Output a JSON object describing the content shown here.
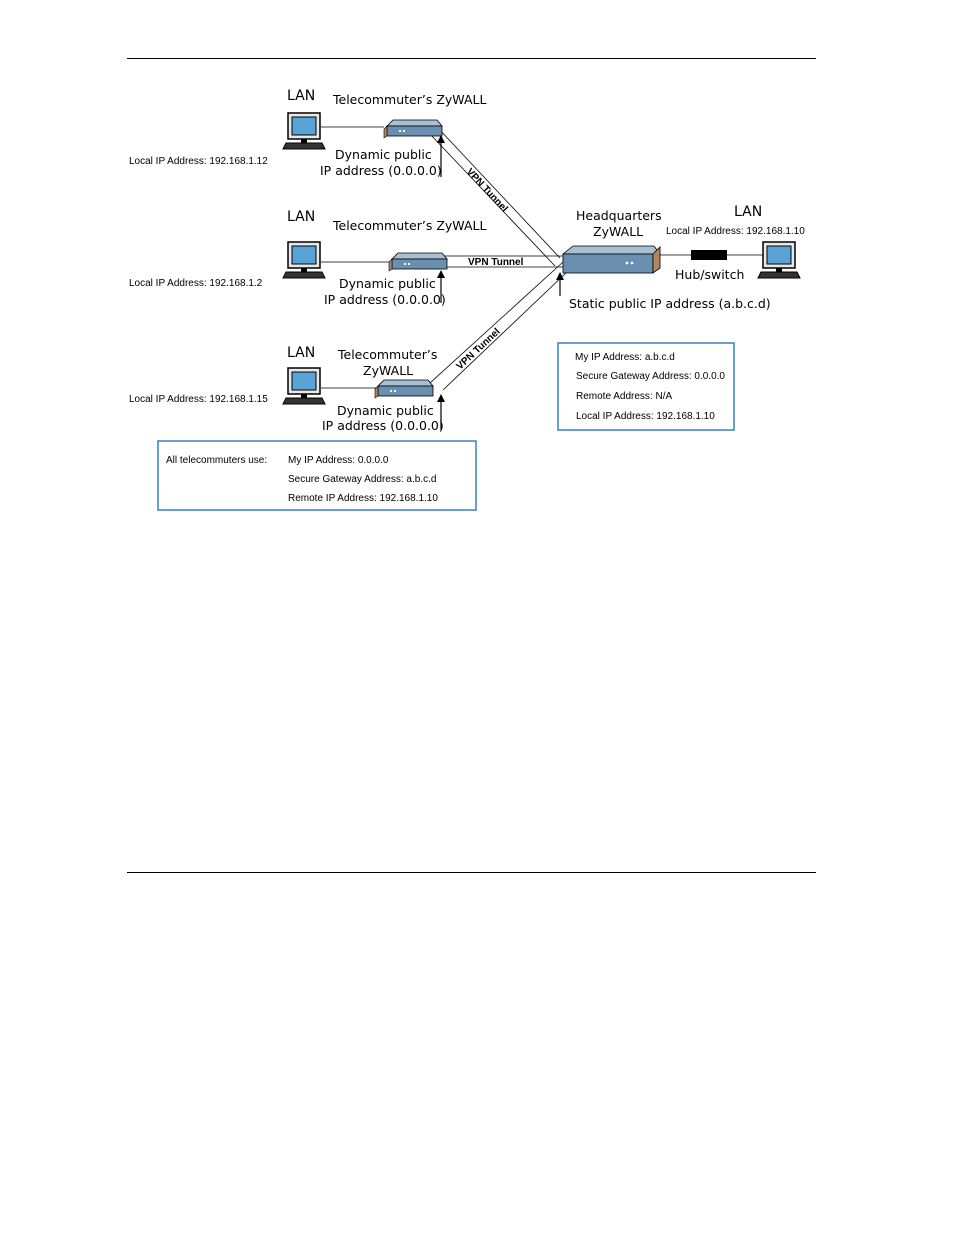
{
  "lan_label": "LAN",
  "telecommuters": [
    {
      "zywall_label": "Telecommuter’s ZyWALL",
      "local_ip": "Local IP Address: 192.168.1.12",
      "dynamic_line1": "Dynamic public",
      "dynamic_line2": "IP address (0.0.0.0)"
    },
    {
      "zywall_label": "Telecommuter’s ZyWALL",
      "local_ip": "Local IP Address: 192.168.1.2",
      "dynamic_line1": "Dynamic public",
      "dynamic_line2": "IP address (0.0.0.0)"
    },
    {
      "zywall_label_line1": "Telecommuter’s",
      "zywall_label_line2": "ZyWALL",
      "local_ip": "Local IP Address: 192.168.1.15",
      "dynamic_line1": "Dynamic public",
      "dynamic_line2": "IP address (0.0.0.0)"
    }
  ],
  "tunnel_label": "VPN Tunnel",
  "headquarters": {
    "label_line1": "Headquarters",
    "label_line2": "ZyWALL",
    "lan_label": "LAN",
    "local_ip": "Local IP Address: 192.168.1.10",
    "hub_label": "Hub/switch",
    "static_ip": "Static public IP address (a.b.c.d)"
  },
  "hq_box": {
    "lines": [
      "My IP Address: a.b.c.d",
      "Secure Gateway Address: 0.0.0.0",
      "Remote Address: N/A",
      "Local IP Address: 192.168.1.10"
    ]
  },
  "tele_box": {
    "heading": "All telecommuters use:",
    "lines": [
      "My IP Address: 0.0.0.0",
      "Secure Gateway Address: a.b.c.d",
      "Remote IP Address: 192.168.1.10"
    ]
  },
  "colors": {
    "box_border": "#3a7fc4",
    "device_body": "#6b8fb0",
    "device_top": "#a9bfd4",
    "device_side": "#b5875e",
    "monitor_screen": "#5aa3d6"
  }
}
